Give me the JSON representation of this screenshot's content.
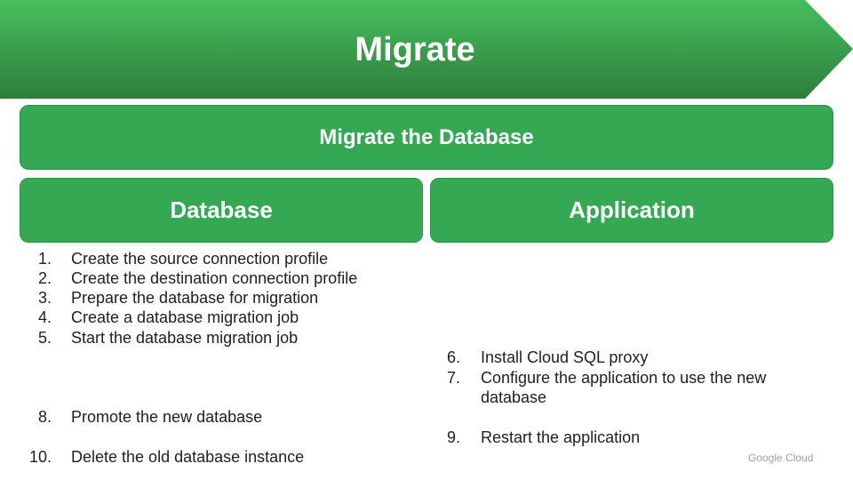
{
  "title": "Migrate",
  "main_box": "Migrate the Database",
  "database": {
    "header": "Database",
    "steps": [
      {
        "num": "1.",
        "text": "Create the source connection profile"
      },
      {
        "num": "2.",
        "text": "Create the destination connection profile"
      },
      {
        "num": "3.",
        "text": "Prepare the database for migration"
      },
      {
        "num": "4.",
        "text": "Create a database migration job"
      },
      {
        "num": "5.",
        "text": "Start the database migration job"
      },
      {
        "num": "8.",
        "text": "Promote the new database"
      },
      {
        "num": "10.",
        "text": "Delete the old database instance"
      }
    ]
  },
  "application": {
    "header": "Application",
    "steps": [
      {
        "num": "6.",
        "text": "Install Cloud SQL proxy"
      },
      {
        "num": "7.",
        "text": "Configure the application to use the new"
      },
      {
        "num": "",
        "text": "database"
      },
      {
        "num": "9.",
        "text": "Restart the application"
      }
    ]
  },
  "logo": "Google Cloud",
  "colors": {
    "green": "#34a853",
    "dark_green": "#2d7d3e",
    "text": "#202124"
  }
}
